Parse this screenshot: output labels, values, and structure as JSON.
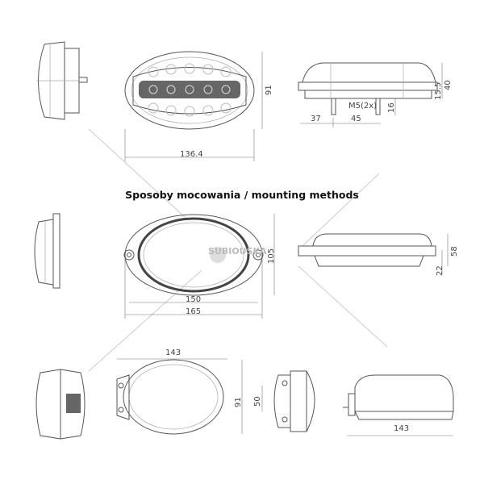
{
  "title": "Sposoby mocowania / mounting methods",
  "watermark": "SUBIOUSKA",
  "top_row": {
    "front_width": "136.4",
    "front_height": "91",
    "side_height": "40",
    "side_base": "15.5",
    "bolt_label": "M5(2x)",
    "bolt_length": "16",
    "offset_left": "37",
    "bolt_spacing": "45"
  },
  "middle_row": {
    "inner_width": "150",
    "outer_width": "165",
    "height": "105",
    "side_height": "58",
    "side_base": "22"
  },
  "bottom_row": {
    "width": "143",
    "height": "91",
    "bracket_height": "50",
    "side_width": "143"
  }
}
